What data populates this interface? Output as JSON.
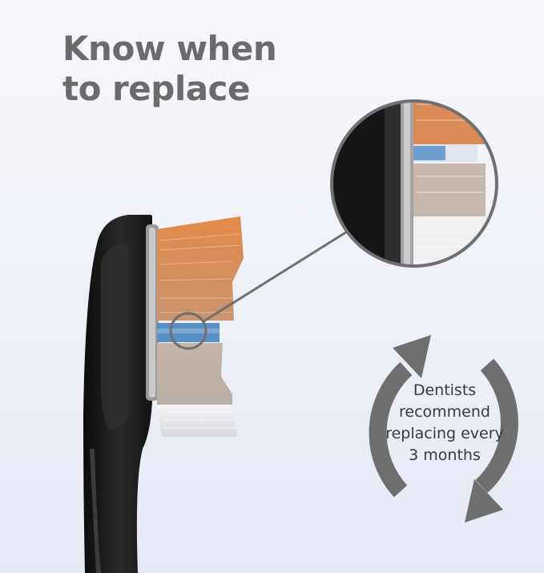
{
  "headline": {
    "line1": "Know when",
    "line2": "to replace"
  },
  "replacement_note": {
    "lines": [
      "Dentists",
      "recommend",
      "replacing every",
      "3 months"
    ]
  },
  "colors": {
    "headline": "#6b6b6b",
    "bristle_copper": "#d98a55",
    "indicator_blue": "#5a8fc4",
    "bristle_gray": "#bfb4ac",
    "handle": "#1e1e1e",
    "arrows": "#6e6e6e"
  },
  "icons": [
    "cycle-arrows-icon",
    "magnifier-circle-icon"
  ]
}
